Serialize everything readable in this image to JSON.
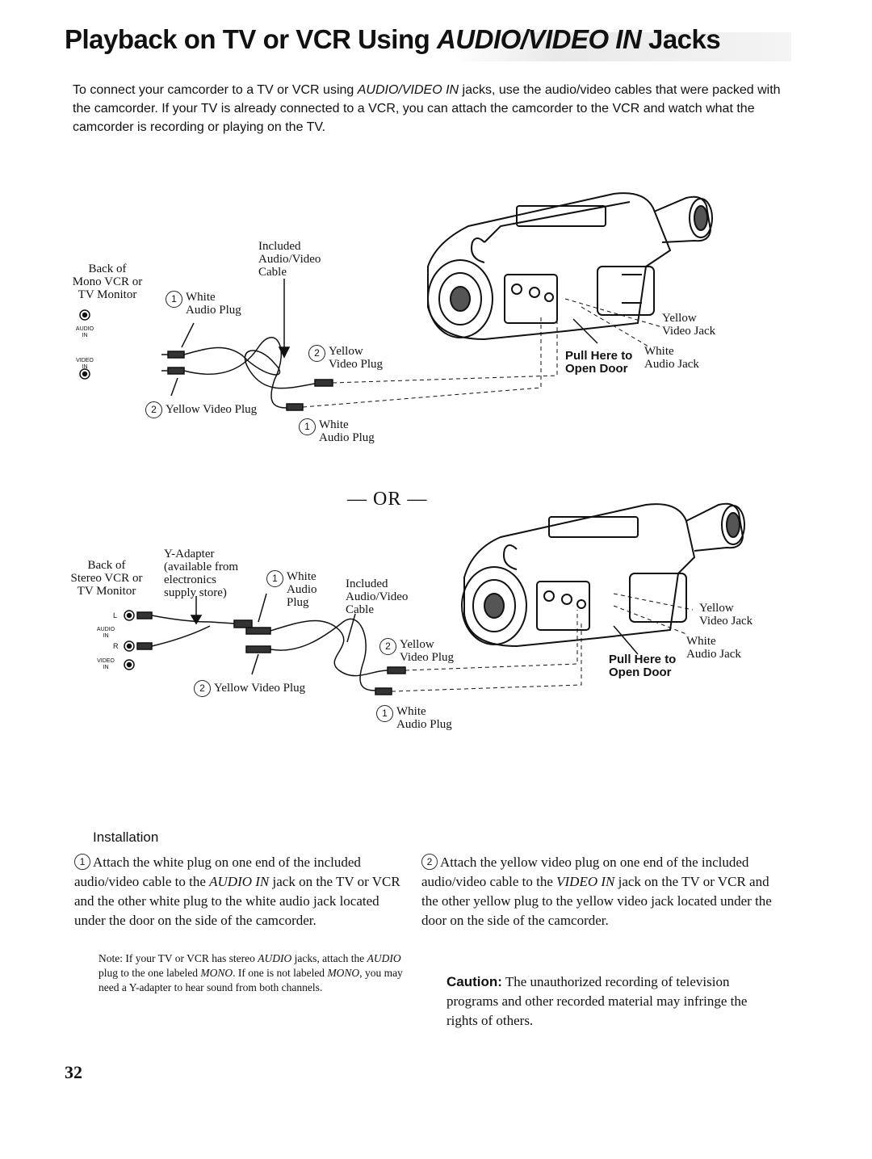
{
  "title": {
    "part1": "Playback on TV or VCR Using ",
    "part2": "AUDIO/VIDEO IN",
    "part3": " Jacks"
  },
  "intro": {
    "t1": "To connect your camcorder to a TV or VCR using ",
    "i1": "AUDIO/VIDEO IN",
    "t2": " jacks, use the audio/video cables that were packed with the camcorder. If your TV is already connected to a VCR, you can attach the camcorder to the VCR and watch what the camcorder is recording or playing on the TV."
  },
  "diagram1": {
    "back_label": "Back of\nMono VCR or\nTV Monitor",
    "included_cable": "Included\nAudio/Video\nCable",
    "white_plug_1": {
      "num": "1",
      "label": "White\nAudio Plug"
    },
    "yellow_plug_right": {
      "num": "2",
      "label": "Yellow\nVideo Plug"
    },
    "yellow_plug_left": {
      "num": "2",
      "label": "Yellow Video Plug"
    },
    "white_plug_bottom": {
      "num": "1",
      "label": "White\nAudio Plug"
    },
    "audio_in": "AUDIO\nIN",
    "video_in": "VIDEO\nIN",
    "yellow_jack": "Yellow\nVideo Jack",
    "white_jack": "White\nAudio Jack",
    "pull_here": "Pull Here to\nOpen Door"
  },
  "or_divider": "— OR —",
  "diagram2": {
    "back_label": "Back of\nStereo VCR or\nTV Monitor",
    "y_adapter": "Y-Adapter\n(available from\nelectronics\nsupply store)",
    "white_plug": {
      "num": "1",
      "label": "White\nAudio\nPlug"
    },
    "included_cable": "Included\nAudio/Video\nCable",
    "yellow_plug_right": {
      "num": "2",
      "label": "Yellow\nVideo Plug"
    },
    "yellow_plug_left": {
      "num": "2",
      "label": "Yellow Video Plug"
    },
    "white_plug_bottom": {
      "num": "1",
      "label": "White\nAudio Plug"
    },
    "audio_in": "AUDIO\nIN",
    "video_in": "VIDEO\nIN",
    "l_label": "L",
    "r_label": "R",
    "yellow_jack": "Yellow\nVideo Jack",
    "white_jack": "White\nAudio Jack",
    "pull_here": "Pull Here to\nOpen Door"
  },
  "installation": {
    "heading": "Installation",
    "step1": {
      "num": "1",
      "t1": "Attach the white plug on one end of the included audio/video cable to the ",
      "i1": "AUDIO IN",
      "t2": " jack on the TV or VCR and the other white plug to the white audio jack located under the door on the side of the camcorder."
    },
    "note": {
      "label": "Note:",
      "t1": " If your TV or VCR has stereo ",
      "i1": "AUDIO",
      "t2": " jacks, attach the ",
      "i2": "AUDIO",
      "t3": " plug to the one labeled ",
      "i3": "MONO",
      "t4": ". If one is not labeled ",
      "i4": "MONO",
      "t5": ", you may need a Y-adapter to hear sound from both channels."
    },
    "step2": {
      "num": "2",
      "t1": "Attach the yellow video plug on one end of the included audio/video cable to the ",
      "i1": "VIDEO IN",
      "t2": " jack on the TV or VCR and the other yellow plug to the yellow video jack located under the door on the side of the camcorder."
    },
    "caution": {
      "label": "Caution:",
      "text": " The unauthorized recording of television programs and other recorded material may infringe the rights of others."
    }
  },
  "page_number": "32"
}
